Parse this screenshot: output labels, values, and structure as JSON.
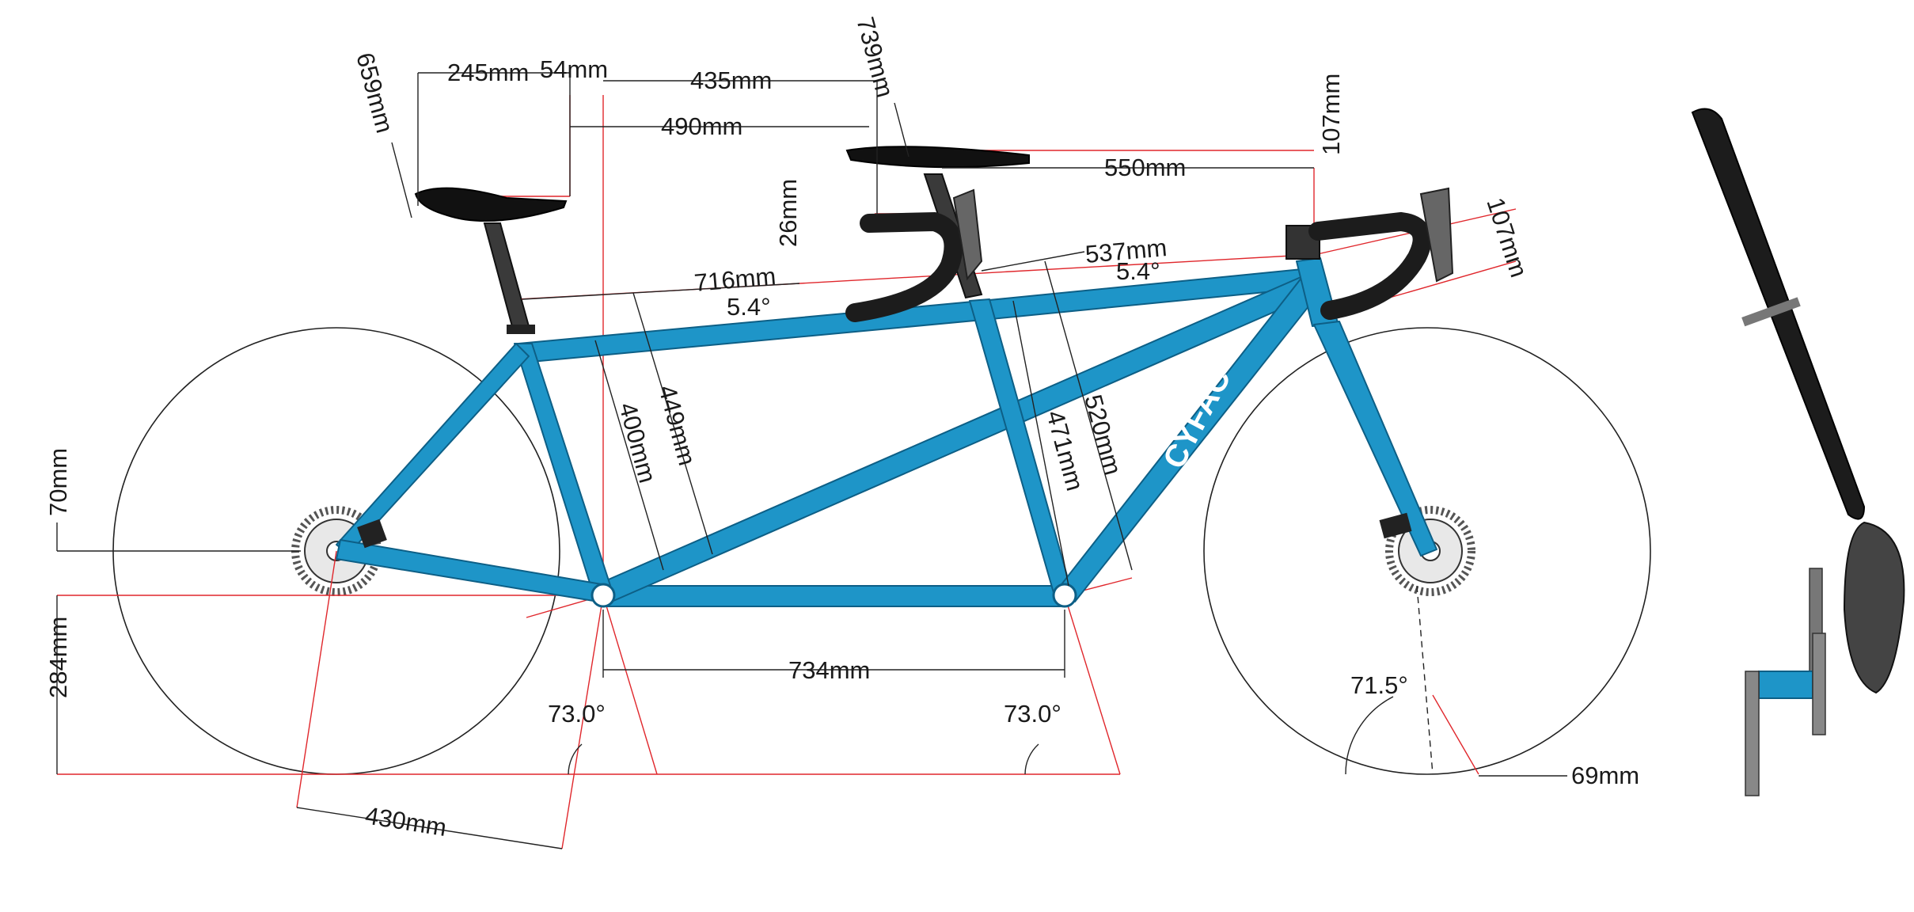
{
  "colors": {
    "frame": "#1e95c8",
    "frame_edge": "#0d5f86",
    "dimension_line": "#222222",
    "reference_line": "#e0272c",
    "component_dark": "#1c1c1c",
    "component_grey": "#6e6e6e"
  },
  "brand": {
    "logo_text": "CYFAC"
  },
  "dimensions": {
    "stoker_saddle_height": "659mm",
    "stoker_saddle_setback": "245mm",
    "stoker_seatpost_offset": "54mm",
    "stoker_reach": "435mm",
    "stoker_saddle_to_bar": "490mm",
    "captain_saddle_height": "739mm",
    "captain_saddle_drop": "26mm",
    "stack_top": "107mm",
    "captain_reach": "550mm",
    "stem_length": "107mm",
    "captain_top_tube": "537mm",
    "captain_top_tube_angle": "5.4°",
    "stoker_top_tube": "716mm",
    "stoker_top_tube_angle": "5.4°",
    "stoker_seat_tube": "400mm",
    "stoker_seat_tube_effective": "449mm",
    "captain_seat_tube": "471mm",
    "captain_seat_tube_effective": "520mm",
    "rear_axle_height": "70mm",
    "bb_height": "284mm",
    "bb_to_bb": "734mm",
    "stoker_seat_angle": "73.0°",
    "captain_seat_angle": "73.0°",
    "head_angle": "71.5°",
    "fork_trail": "69mm",
    "chainstay": "430mm"
  }
}
